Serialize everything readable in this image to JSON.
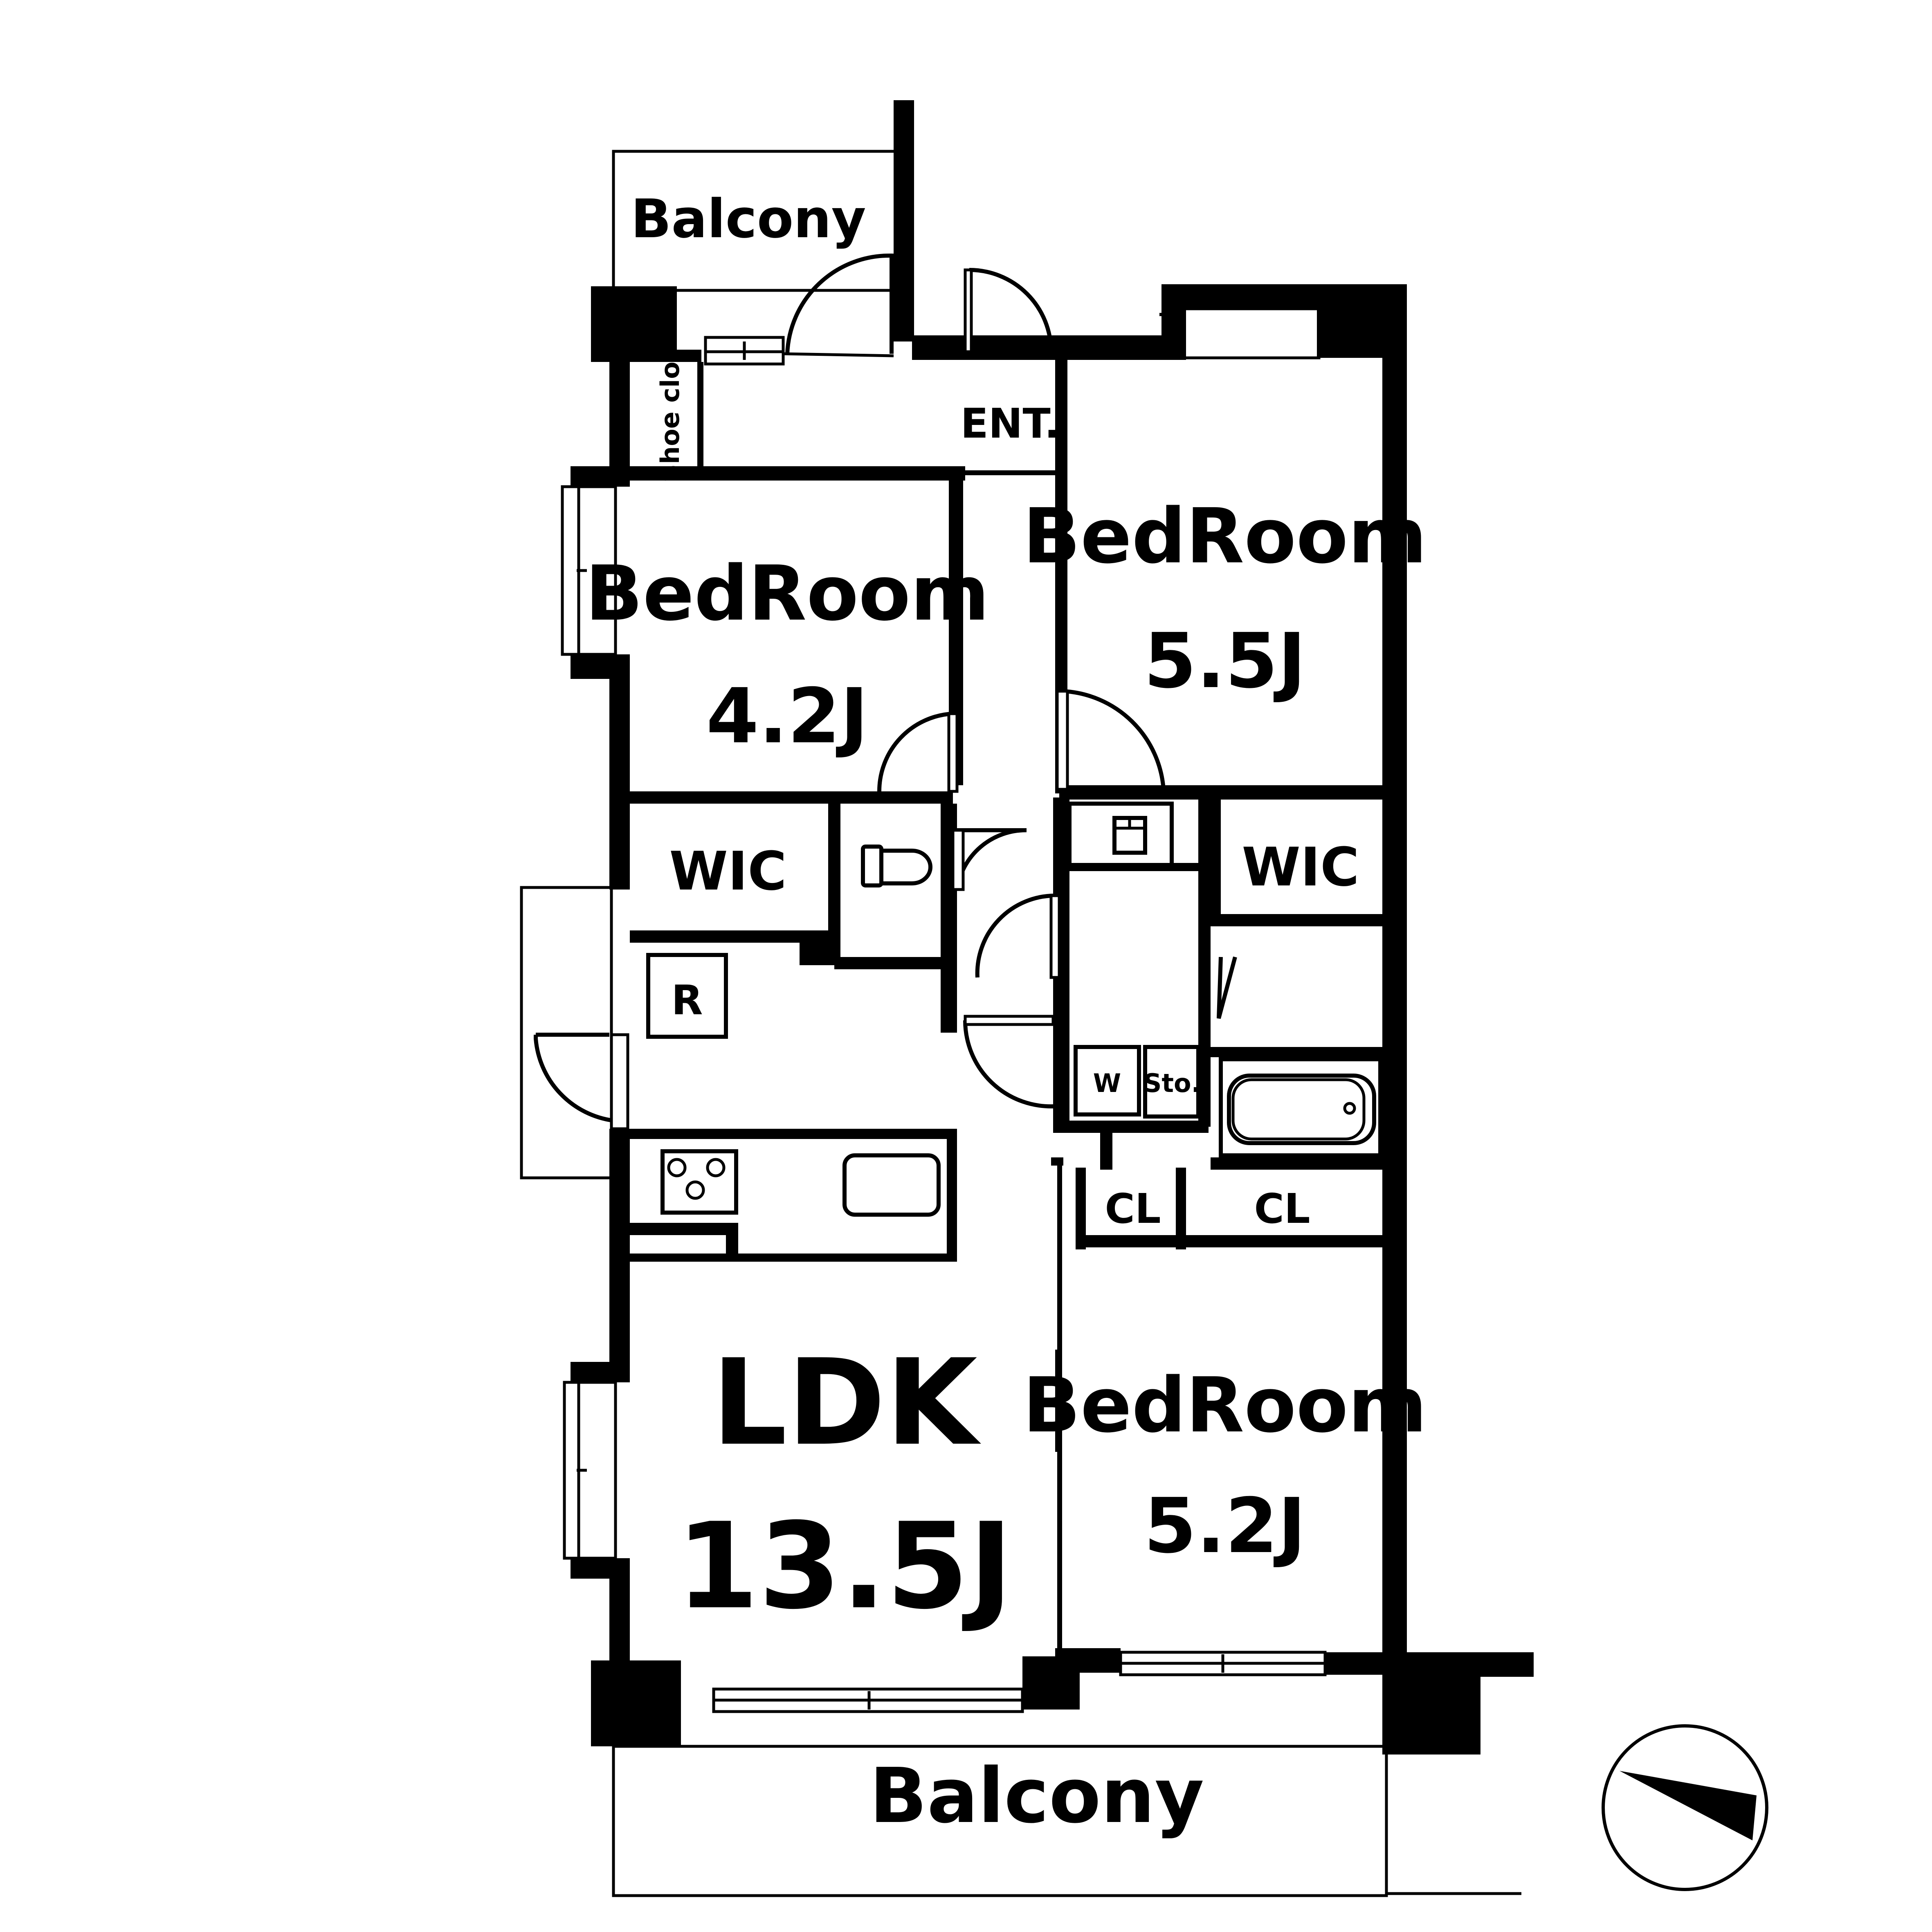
{
  "rooms": {
    "balcony_top": {
      "name": "Balcony"
    },
    "shoe_closet": {
      "name": "Shoe clo."
    },
    "entrance": {
      "name": "ENT."
    },
    "bedroom_a": {
      "name": "BedRoom",
      "size": "4.2J"
    },
    "bedroom_b": {
      "name": "BedRoom",
      "size": "5.5J"
    },
    "wic_left": {
      "name": "WIC"
    },
    "wic_right": {
      "name": "WIC"
    },
    "refrigerator": {
      "name": "R"
    },
    "washer": {
      "name": "W"
    },
    "storage": {
      "name": "Sto."
    },
    "closet_1": {
      "name": "CL"
    },
    "closet_2": {
      "name": "CL"
    },
    "ldk": {
      "name": "LDK",
      "size": "13.5J"
    },
    "bedroom_c": {
      "name": "BedRoom",
      "size": "5.2J"
    },
    "balcony_bottom": {
      "name": "Balcony"
    }
  },
  "compass": {
    "icon": "north-arrow-icon"
  },
  "colors": {
    "line": "#000000",
    "background": "#ffffff"
  }
}
